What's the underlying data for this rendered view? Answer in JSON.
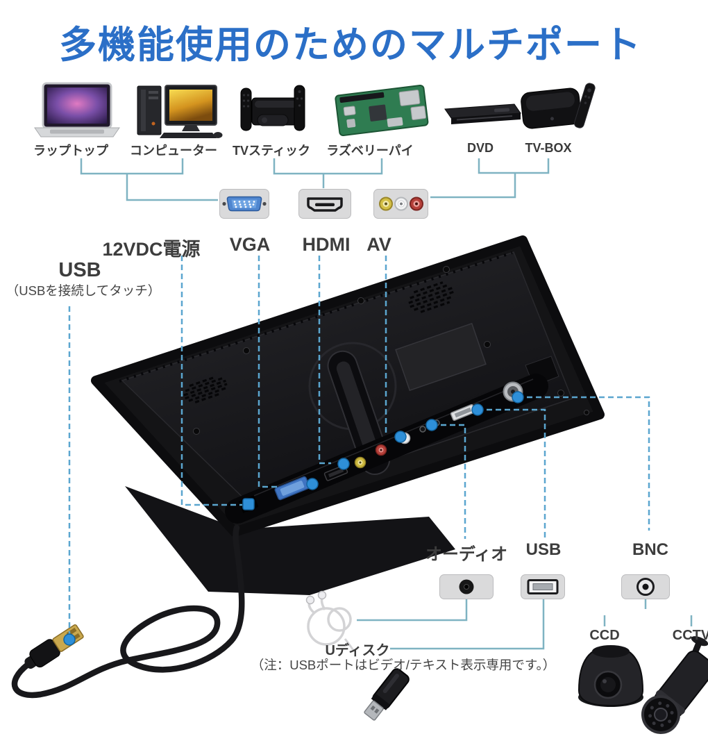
{
  "title": {
    "text": "多機能使用のためのマルチポート"
  },
  "source_devices": [
    {
      "id": "laptop",
      "label": "ラップトップ"
    },
    {
      "id": "computer",
      "label": "コンピューター"
    },
    {
      "id": "tv-stick",
      "label": "TVスティック"
    },
    {
      "id": "raspberry-pi",
      "label": "ラズベリーパイ"
    },
    {
      "id": "dvd",
      "label": "DVD"
    },
    {
      "id": "tv-box",
      "label": "TV-BOX"
    }
  ],
  "input_ports": [
    {
      "id": "power",
      "label": "12VDC電源"
    },
    {
      "id": "vga",
      "label": "VGA"
    },
    {
      "id": "hdmi",
      "label": "HDMI"
    },
    {
      "id": "av",
      "label": "AV"
    }
  ],
  "usb_callout": {
    "label": "USB",
    "note": "（USBを接続してタッチ）"
  },
  "output_ports": [
    {
      "id": "audio",
      "label": "オーディオ"
    },
    {
      "id": "usb",
      "label": "USB"
    },
    {
      "id": "bnc",
      "label": "BNC"
    }
  ],
  "u_disk": {
    "label": "Uディスク",
    "note": "（注：USBポートはビデオ/テキスト表示専用です。）"
  },
  "cameras": [
    {
      "id": "ccd",
      "label": "CCD"
    },
    {
      "id": "cctv",
      "label": "CCTV"
    }
  ],
  "colors": {
    "title_blue": "#2b6fc7",
    "bracket_line_teal": "#7fb3c2",
    "dashed_line_blue": "#5ba6cf",
    "marker_dot_blue": "#2e8fd8",
    "monitor_black": "#141416"
  }
}
